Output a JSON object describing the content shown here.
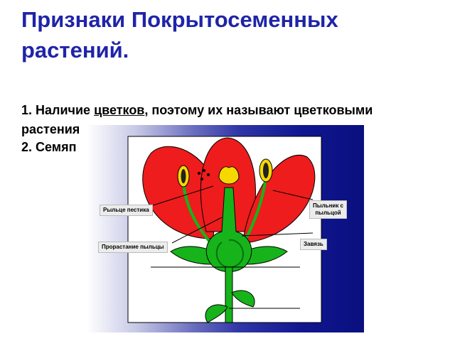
{
  "slide": {
    "title": "Признаки Покрытосеменных растений.",
    "point1": {
      "prefix": "1. Наличие ",
      "underlined": "цветков",
      "suffix": ", поэтому их называют цветковыми",
      "line2": "растения"
    },
    "point2": "2. Семяп"
  },
  "diagram": {
    "labels": {
      "stigma": "Рыльце пестика",
      "anther_line1": "Пыльник с",
      "anther_line2": "пыльцой",
      "pollen_tube": "Прорастание пыльцы",
      "ovary": "Завязь"
    },
    "colors": {
      "petal": "#ee1c1c",
      "stem": "#16b41a",
      "anther": "#f5d800",
      "frame": "#000000",
      "background_dark": "#0a0f7e"
    }
  }
}
